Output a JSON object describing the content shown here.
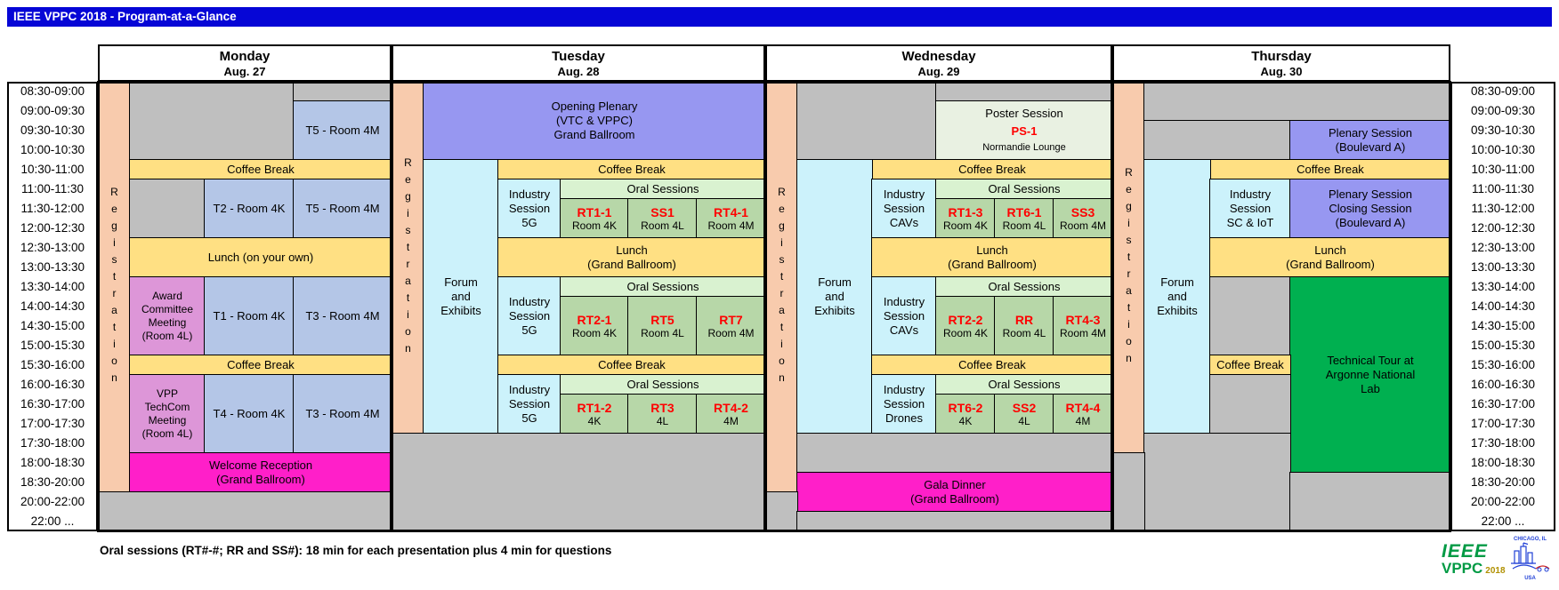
{
  "title_bar": {
    "text": "IEEE VPPC 2018 - Program-at-a-Glance"
  },
  "times": [
    "08:30-09:00",
    "09:00-09:30",
    "09:30-10:30",
    "10:00-10:30",
    "10:30-11:00",
    "11:00-11:30",
    "11:30-12:00",
    "12:00-12:30",
    "12:30-13:00",
    "13:00-13:30",
    "13:30-14:00",
    "14:00-14:30",
    "14:30-15:00",
    "15:00-15:30",
    "15:30-16:00",
    "16:00-16:30",
    "16:30-17:00",
    "17:00-17:30",
    "17:30-18:00",
    "18:00-18:30",
    "18:30-20:00",
    "20:00-22:00",
    "22:00 ..."
  ],
  "header": {
    "monday": {
      "day": "Monday",
      "date": "Aug. 27"
    },
    "tuesday": {
      "day": "Tuesday",
      "date": "Aug. 28"
    },
    "wednesday": {
      "day": "Wednesday",
      "date": "Aug. 29"
    },
    "thursday": {
      "day": "Thursday",
      "date": "Aug. 30"
    }
  },
  "monday": {
    "registration": "Registration",
    "t5_am": "T5 - Room 4M",
    "coffee_am": "Coffee Break",
    "t2": "T2 - Room 4K",
    "t5_noon": "T5 - Room 4M",
    "lunch": "Lunch (on your own)",
    "award_meeting": "Award\nCommittee\nMeeting\n(Room 4L)",
    "t1": "T1 - Room 4K",
    "t3_pm": "T3 - Room 4M",
    "coffee_pm": "Coffee Break",
    "vpp_meeting": "VPP\nTechCom\nMeeting\n(Room 4L)",
    "t4": "T4 - Room 4K",
    "t3_eve": "T3 - Room 4M",
    "welcome_reception": "Welcome Reception\n(Grand Ballroom)"
  },
  "tuesday": {
    "registration": "Registration",
    "opening_plenary": "Opening Plenary\n(VTC & VPPC)\nGrand Ballroom",
    "forum": "Forum\nand\nExhibits",
    "coffee_am": "Coffee Break",
    "industry_am": "Industry\nSession\n5G",
    "oral_am_title": "Oral Sessions",
    "oral_am": [
      {
        "code": "RT1-1",
        "room": "Room 4K"
      },
      {
        "code": "SS1",
        "room": "Room 4L"
      },
      {
        "code": "RT4-1",
        "room": "Room 4M"
      }
    ],
    "lunch": "Lunch\n(Grand Ballroom)",
    "industry_pm": "Industry\nSession\n5G",
    "oral_pm_title": "Oral Sessions",
    "oral_pm": [
      {
        "code": "RT2-1",
        "room": "Room 4K"
      },
      {
        "code": "RT5",
        "room": "Room 4L"
      },
      {
        "code": "RT7",
        "room": "Room 4M"
      }
    ],
    "coffee_pm": "Coffee Break",
    "industry_eve": "Industry\nSession\n5G",
    "oral_eve_title": "Oral Sessions",
    "oral_eve": [
      {
        "code": "RT1-2",
        "room": "4K"
      },
      {
        "code": "RT3",
        "room": "4L"
      },
      {
        "code": "RT4-2",
        "room": "4M"
      }
    ]
  },
  "wednesday": {
    "registration": "Registration",
    "poster": {
      "title": "Poster Session",
      "code": "PS-1",
      "room": "Normandie Lounge"
    },
    "coffee_am": "Coffee Break",
    "forum": "Forum\nand\nExhibits",
    "industry_am": "Industry\nSession\nCAVs",
    "oral_am_title": "Oral Sessions",
    "oral_am": [
      {
        "code": "RT1-3",
        "room": "Room 4K"
      },
      {
        "code": "RT6-1",
        "room": "Room 4L"
      },
      {
        "code": "SS3",
        "room": "Room 4M"
      }
    ],
    "lunch": "Lunch\n(Grand Ballroom)",
    "industry_pm": "Industry\nSession\nCAVs",
    "oral_pm_title": "Oral Sessions",
    "oral_pm": [
      {
        "code": "RT2-2",
        "room": "Room 4K"
      },
      {
        "code": "RR",
        "room": "Room 4L"
      },
      {
        "code": "RT4-3",
        "room": "Room 4M"
      }
    ],
    "coffee_pm": "Coffee Break",
    "industry_eve": "Industry\nSession\nDrones",
    "oral_eve_title": "Oral Sessions",
    "oral_eve": [
      {
        "code": "RT6-2",
        "room": "4K"
      },
      {
        "code": "SS2",
        "room": "4L"
      },
      {
        "code": "RT4-4",
        "room": "4M"
      }
    ],
    "gala_dinner": "Gala Dinner\n(Grand Ballroom)"
  },
  "thursday": {
    "registration": "Registration",
    "plenary_am": "Plenary Session\n(Boulevard A)",
    "coffee_am": "Coffee Break",
    "forum": "Forum\nand\nExhibits",
    "industry": "Industry\nSession\nSC & IoT",
    "plenary_closing": "Plenary Session\nClosing Session\n(Boulevard A)",
    "lunch": "Lunch\n(Grand Ballroom)",
    "technical_tour": "Technical Tour at\nArgonne National\nLab",
    "coffee_pm": "Coffee Break"
  },
  "footer": {
    "note": "Oral sessions (RT#-#; RR and SS#): 18 min for each presentation plus 4 min for questions"
  },
  "logo": {
    "ieee": "IEEE",
    "vppc": "VPPC",
    "year": "2018",
    "city": "CHICAGO, IL",
    "country": "USA"
  },
  "colors": {
    "title_bar": "#0606D6",
    "registration": "#F8CBAD",
    "break": "#FFE083",
    "tutorial": "#B4C6E7",
    "meeting": "#DD96D8",
    "reception": "#FF1FC9",
    "plenary": "#9797F1",
    "forum": "#CCF2FB",
    "oral_header": "#D9F2D0",
    "oral_cell": "#B7D7A8",
    "session_code": "#FF0000",
    "poster": "#E9F1E2",
    "tour": "#00B050",
    "empty": "#BFBFBF"
  }
}
